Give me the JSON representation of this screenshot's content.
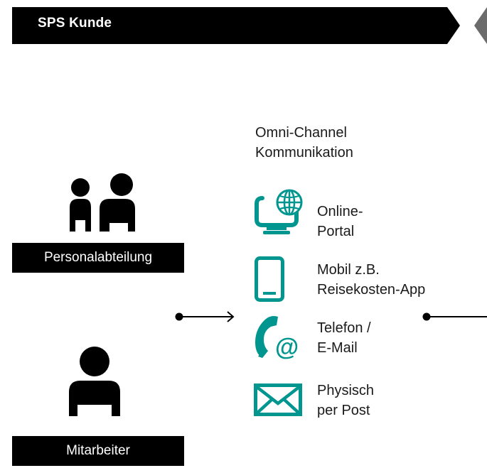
{
  "header": {
    "title": "SPS Kunde"
  },
  "channels": {
    "heading_line1": "Omni-Channel",
    "heading_line2": "Kommunikation",
    "items": [
      {
        "icon": "computer-globe-icon",
        "line1": "Online-",
        "line2": "Portal"
      },
      {
        "icon": "smartphone-icon",
        "line1": "Mobil z.B.",
        "line2": "Reisekosten-App"
      },
      {
        "icon": "phone-email-icon",
        "line1": "Telefon /",
        "line2": "E-Mail"
      },
      {
        "icon": "envelope-icon",
        "line1": "Physisch",
        "line2": "per Post"
      }
    ]
  },
  "roles": {
    "hr": {
      "label": "Personalabteilung",
      "icon": "group-people-icon"
    },
    "employee": {
      "label": "Mitarbeiter",
      "icon": "person-icon"
    }
  },
  "colors": {
    "accent": "#00968f",
    "band": "#000000",
    "marker": "#6b6b6b",
    "text": "#1a1a1a"
  }
}
